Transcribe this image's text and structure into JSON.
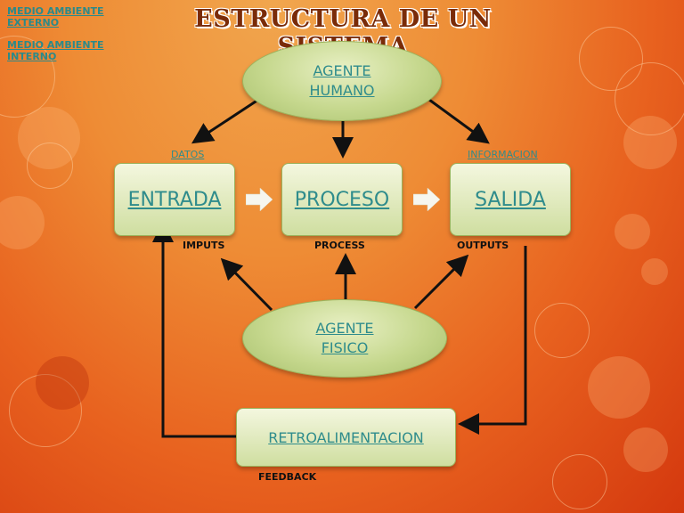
{
  "title": "ESTRUCTURA DE UN SISTEMA",
  "links": {
    "medio_externo": "MEDIO AMBIENTE EXTERNO",
    "medio_interno": "MEDIO AMBIENTE INTERNO"
  },
  "nodes": {
    "agente_humano": "AGENTE\nHUMANO",
    "agente_fisico": "AGENTE\nFISICO",
    "entrada": "ENTRADA",
    "proceso": "PROCESO",
    "salida": "SALIDA",
    "retroalimentacion": "RETROALIMENTACION"
  },
  "labels": {
    "datos": "DATOS",
    "informacion": "INFORMACION",
    "imputs": "IMPUTS",
    "process": "PROCESS",
    "outputs": "OUTPUTS",
    "feedback": "FEEDBACK"
  },
  "colors": {
    "accent_text": "#2f8c8c",
    "node_fill": "#c6d88e",
    "title": "#7a2b08"
  },
  "chart_data": {
    "type": "diagram",
    "nodes": [
      "AGENTE HUMANO",
      "AGENTE FISICO",
      "ENTRADA",
      "PROCESO",
      "SALIDA",
      "RETROALIMENTACION"
    ],
    "edges": [
      [
        "AGENTE HUMANO",
        "ENTRADA"
      ],
      [
        "AGENTE HUMANO",
        "PROCESO"
      ],
      [
        "AGENTE HUMANO",
        "SALIDA"
      ],
      [
        "ENTRADA",
        "PROCESO"
      ],
      [
        "PROCESO",
        "SALIDA"
      ],
      [
        "AGENTE FISICO",
        "ENTRADA"
      ],
      [
        "AGENTE FISICO",
        "PROCESO"
      ],
      [
        "AGENTE FISICO",
        "SALIDA"
      ],
      [
        "SALIDA",
        "RETROALIMENTACION"
      ],
      [
        "RETROALIMENTACION",
        "ENTRADA"
      ]
    ]
  }
}
